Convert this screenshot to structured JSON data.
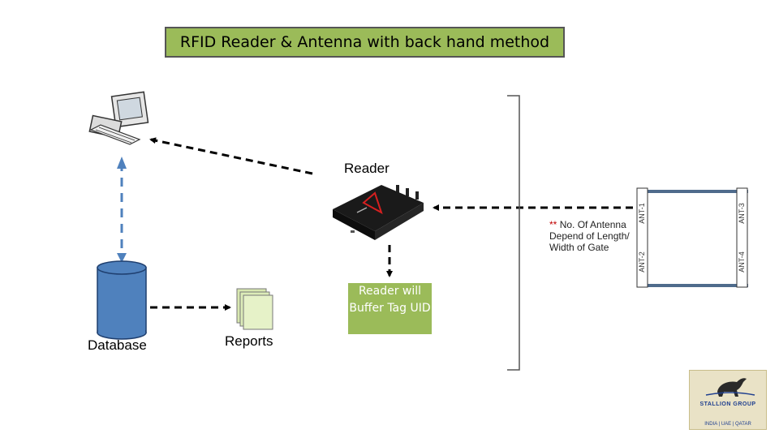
{
  "title": "RFID Reader & Antenna with back hand method",
  "labels": {
    "reader": "Reader",
    "database": "Database",
    "reports": "Reports",
    "buffer": "Reader will Buffer Tag UID"
  },
  "antenna_note": {
    "stars": "**",
    "text": "No. Of Antenna Depend of Length/ Width of Gate"
  },
  "antennas": [
    "ANT-1",
    "ANT-2",
    "ANT-3",
    "ANT-4"
  ],
  "logo": {
    "brand": "STALLION GROUP",
    "locations": "INDIA | UAE | QATAR"
  },
  "colors": {
    "title_bg": "#9bbb59",
    "buffer_bg": "#9bbb59",
    "frame": "#4f6b8c",
    "db_fill": "#4f81bd",
    "link_blue": "#4f81bd"
  }
}
